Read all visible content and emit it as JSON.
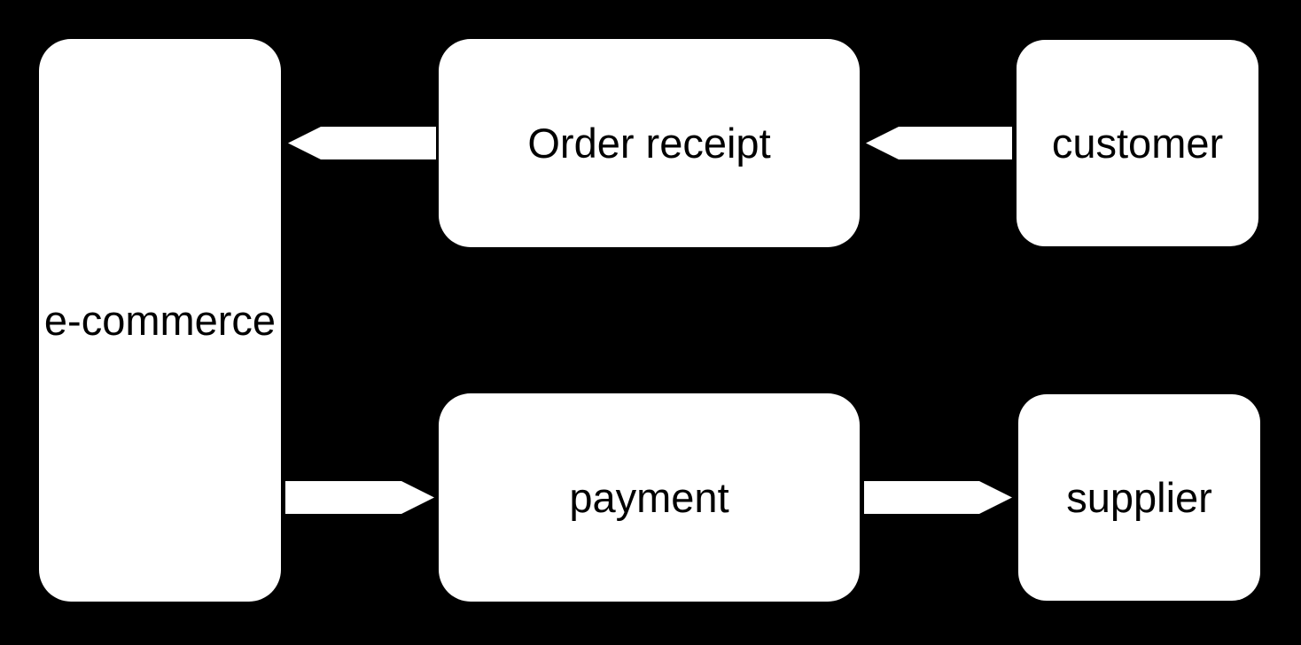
{
  "diagram": {
    "colors": {
      "background": "#000000",
      "node_fill": "#ffffff",
      "node_text": "#000000",
      "arrow_fill": "#ffffff"
    },
    "nodes": {
      "ecommerce": {
        "label": "e-commerce"
      },
      "order_receipt": {
        "label": "Order receipt"
      },
      "customer": {
        "label": "customer"
      },
      "payment": {
        "label": "payment"
      },
      "supplier": {
        "label": "supplier"
      }
    },
    "edges": [
      {
        "from": "customer",
        "to": "order_receipt",
        "direction": "left"
      },
      {
        "from": "order_receipt",
        "to": "ecommerce",
        "direction": "left"
      },
      {
        "from": "ecommerce",
        "to": "payment",
        "direction": "right"
      },
      {
        "from": "payment",
        "to": "supplier",
        "direction": "right"
      }
    ]
  }
}
